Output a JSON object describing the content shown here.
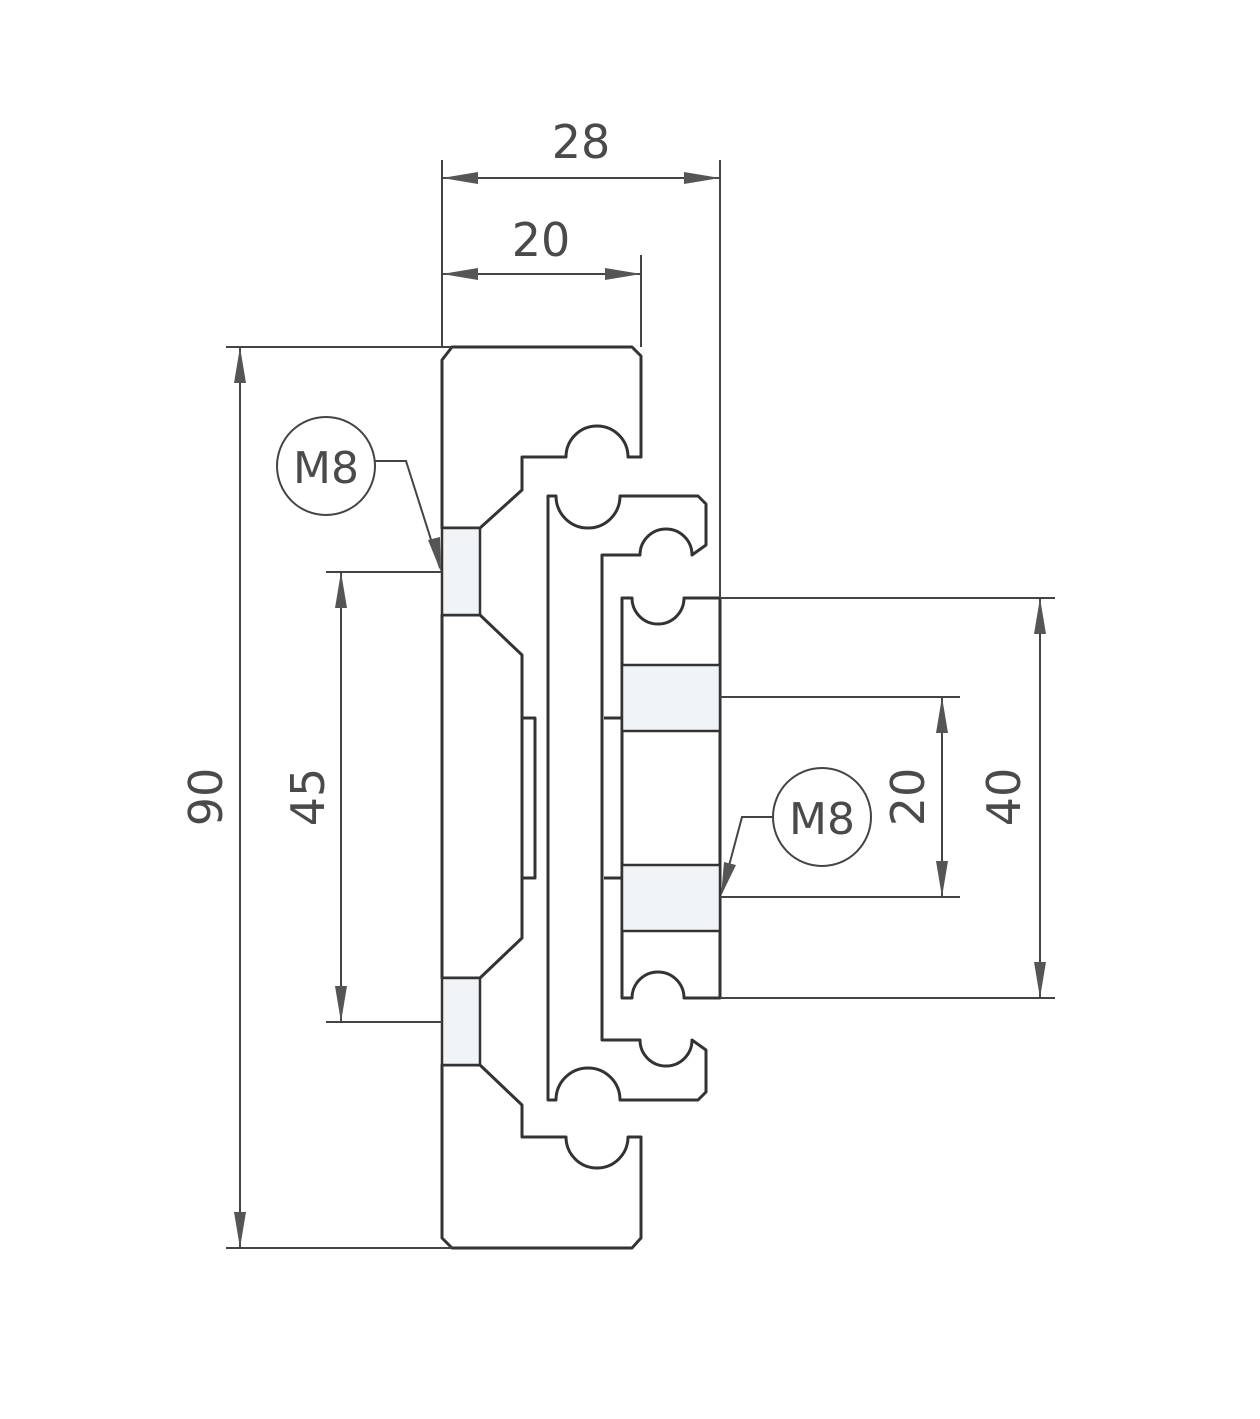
{
  "drawing": {
    "dimensions": {
      "overall_width": "28",
      "rail_width": "20",
      "overall_height": "90",
      "hole_pitch_left": "45",
      "carriage_height": "40",
      "hole_pitch_right": "20"
    },
    "callouts": {
      "left_thread": "M8",
      "right_thread": "M8"
    },
    "colors": {
      "hatch": "#e0566e",
      "line": "#333333",
      "hole_fill": "#f1f4f7"
    }
  }
}
